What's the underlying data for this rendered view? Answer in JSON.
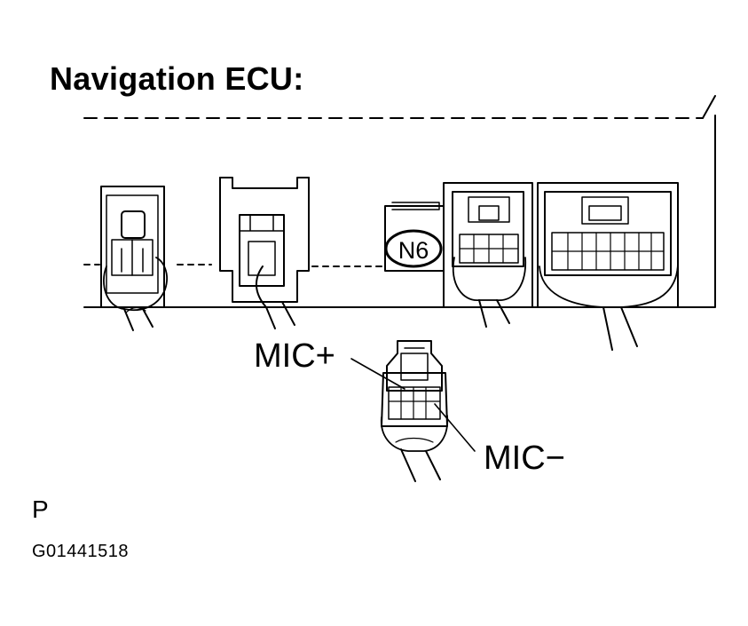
{
  "title": "Navigation ECU:",
  "connector_label": "N6",
  "pins": {
    "mic_plus": "MIC+",
    "mic_minus": "MIC−"
  },
  "view_letter": "P",
  "figure_id": "G01441518",
  "colors": {
    "line": "#000000",
    "background": "#ffffff"
  }
}
